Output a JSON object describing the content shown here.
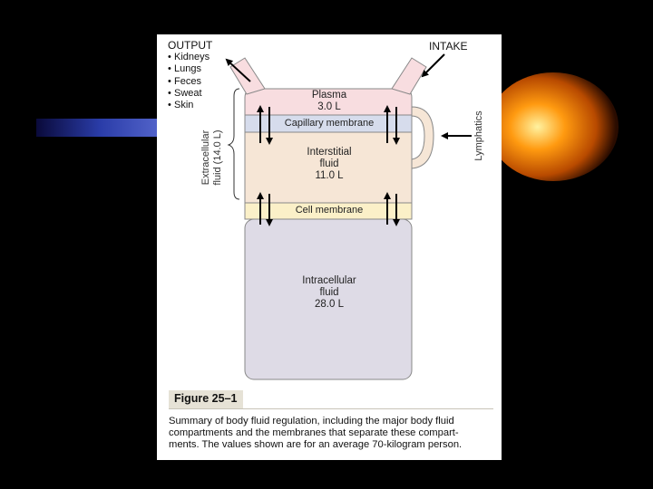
{
  "output": {
    "title": "OUTPUT",
    "routes": [
      "Kidneys",
      "Lungs",
      "Feces",
      "Sweat",
      "Skin"
    ]
  },
  "intake": {
    "label": "INTAKE"
  },
  "compartments": {
    "plasma": {
      "name": "Plasma",
      "volume": "3.0 L"
    },
    "capillary_membrane": {
      "label": "Capillary membrane"
    },
    "interstitial": {
      "name": "Interstitial fluid",
      "line1": "Interstitial",
      "line2": "fluid",
      "volume": "11.0 L"
    },
    "cell_membrane": {
      "label": "Cell membrane"
    },
    "intracellular": {
      "line1": "Intracellular",
      "line2": "fluid",
      "volume": "28.0 L"
    }
  },
  "brace": {
    "line1": "Extracellular",
    "line2": "fluid (14.0 L)"
  },
  "lymphatics": {
    "label": "Lymphatics"
  },
  "figure": {
    "label": "Figure 25–1",
    "caption_lines": [
      "Summary of body fluid regulation, including the major body fluid",
      "compartments and the membranes that separate these compart-",
      "ments. The values shown are for an average 70-kilogram person."
    ]
  },
  "colors": {
    "plasma": "#f8dde0",
    "capillary_membrane": "#d6dcec",
    "interstitial": "#f6e6d6",
    "cell_membrane": "#fbf0c8",
    "intracellular": "#dedbe6",
    "background_glow": "#ff7a00"
  }
}
